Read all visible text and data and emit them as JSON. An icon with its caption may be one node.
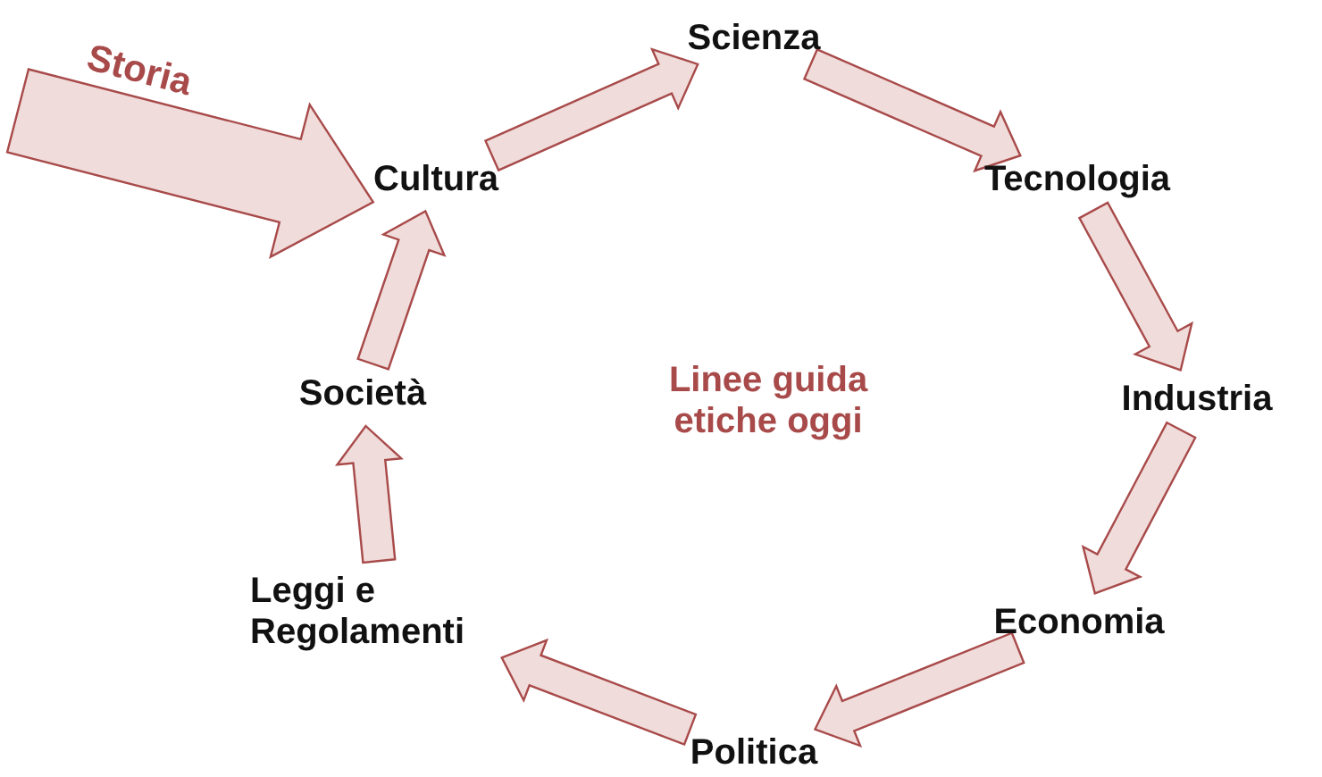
{
  "diagram": {
    "nodes": [
      {
        "text": [
          "Scienza"
        ]
      },
      {
        "text": [
          "Tecnologia"
        ]
      },
      {
        "text": [
          "Industria"
        ]
      },
      {
        "text": [
          "Economia"
        ]
      },
      {
        "text": [
          "Politica"
        ]
      },
      {
        "text": [
          "Leggi e Regolamenti"
        ]
      },
      {
        "text": [
          "Società"
        ]
      },
      {
        "text": [
          "Cultura"
        ]
      }
    ],
    "edges": [
      {
        "from": 7,
        "to": 0,
        "arrow": "to"
      },
      {
        "from": 0,
        "to": 1,
        "arrow": "to"
      },
      {
        "from": 1,
        "to": 2,
        "arrow": "to"
      },
      {
        "from": 2,
        "to": 3,
        "arrow": "to"
      },
      {
        "from": 3,
        "to": 4,
        "arrow": "to"
      },
      {
        "from": 4,
        "to": 5,
        "arrow": "to"
      },
      {
        "from": 5,
        "to": 6,
        "arrow": "to"
      },
      {
        "from": 6,
        "to": 7,
        "arrow": "to"
      },
      {
        "from": null,
        "to": 7,
        "arrow": "to",
        "label": "Storia",
        "style": "thick"
      }
    ],
    "labels": [
      "Linee guida etiche oggi"
    ]
  }
}
